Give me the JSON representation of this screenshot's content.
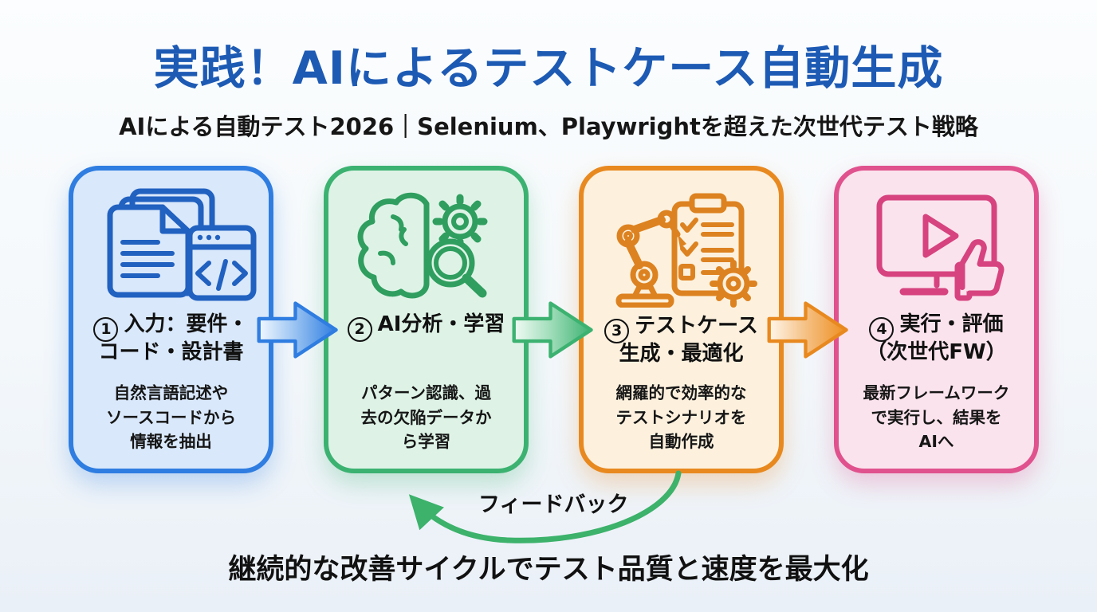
{
  "page": {
    "title": "実践！AIによるテストケース自動生成",
    "subtitle": "AIによる自動テスト2026｜Selenium、Playwrightを超えた次世代テスト戦略",
    "footer": "継続的な改善サイクルでテスト品質と速度を最大化",
    "feedback_label": "フィードバック"
  },
  "steps": [
    {
      "number": "1",
      "title": "入力：要件・\nコード・設計書",
      "description": "自然言語記述や\nソースコードから\n情報を抽出",
      "icon": "documents-code-icon",
      "accent": "#2f7de1",
      "background": "#d9e8fb"
    },
    {
      "number": "2",
      "title": "AI分析・学習",
      "description": "パターン認識、過\n去の欠陥データか\nら学習",
      "icon": "brain-analysis-icon",
      "accent": "#3cb271",
      "background": "#def3e6"
    },
    {
      "number": "3",
      "title": "テストケース\n生成・最適化",
      "description": "網羅的で効率的な\nテストシナリオを\n自動作成",
      "icon": "robot-checklist-icon",
      "accent": "#e8891f",
      "background": "#fdf1de"
    },
    {
      "number": "4",
      "title": "実行・評価\n（次世代FW）",
      "description": "最新フレームワーク\nで実行し、結果を\nAIへ",
      "icon": "monitor-play-thumbs-icon",
      "accent": "#e0528d",
      "background": "#fbe3ed"
    }
  ],
  "colors": {
    "title_blue": "#1d5ab4",
    "text_black": "#1a1a1a",
    "feedback_arrow_green": "#3cb26b",
    "icon_blue": "#2161c0",
    "icon_green": "#2f9e5f",
    "icon_orange": "#dd8220",
    "icon_pink": "#d6437f"
  }
}
